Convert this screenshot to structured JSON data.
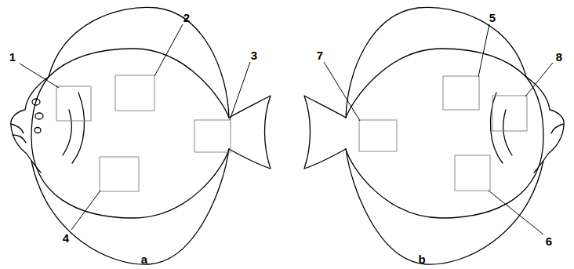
{
  "diagram": {
    "labels": [
      "1",
      "2",
      "3",
      "4",
      "a",
      "5",
      "8",
      "7",
      "6",
      "b"
    ]
  }
}
